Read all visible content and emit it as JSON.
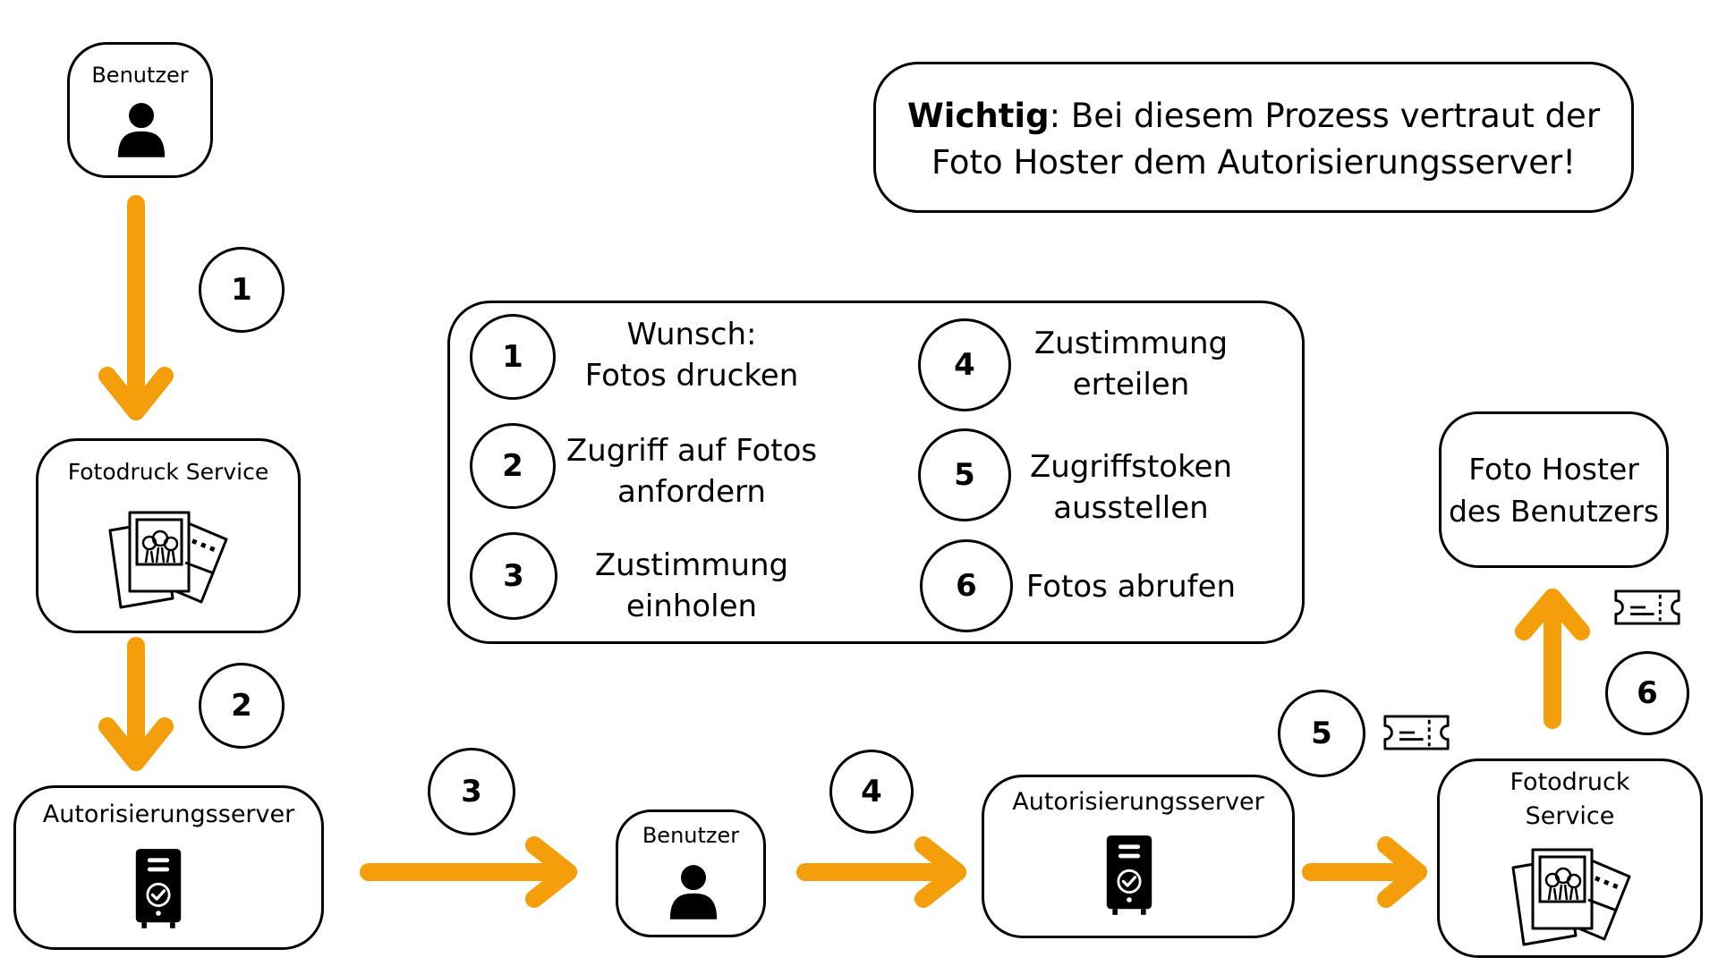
{
  "nodes": {
    "benutzer_top": "Benutzer",
    "fotodruck_left": "Fotodruck Service",
    "auth_left": "Autorisierungsserver",
    "benutzer_mid": "Benutzer",
    "auth_mid": "Autorisierungsserver",
    "fotodruck_right_line1": "Fotodruck",
    "fotodruck_right_line2": "Service",
    "hoster_line1": "Foto Hoster",
    "hoster_line2": "des Benutzers"
  },
  "note": {
    "bold": "Wichtig",
    "rest_line1": ": Bei diesem Prozess vertraut der",
    "line2": "Foto Hoster dem Autorisierungsserver!"
  },
  "steps": [
    "1",
    "2",
    "3",
    "4",
    "5",
    "6"
  ],
  "legend": [
    {
      "num": "1",
      "line1": "Wunsch:",
      "line2": "Fotos drucken"
    },
    {
      "num": "2",
      "line1": "Zugriff auf Fotos",
      "line2": "anfordern"
    },
    {
      "num": "3",
      "line1": "Zustimmung",
      "line2": "einholen"
    },
    {
      "num": "4",
      "line1": "Zustimmung",
      "line2": "erteilen"
    },
    {
      "num": "5",
      "line1": "Zugriffstoken",
      "line2": "ausstellen"
    },
    {
      "num": "6",
      "line1": "Fotos abrufen",
      "line2": ""
    }
  ],
  "colors": {
    "arrow": "#F59E0B",
    "stroke": "#000000"
  },
  "icons": [
    "user-icon",
    "photos-icon",
    "server-shield-icon",
    "ticket-icon"
  ]
}
